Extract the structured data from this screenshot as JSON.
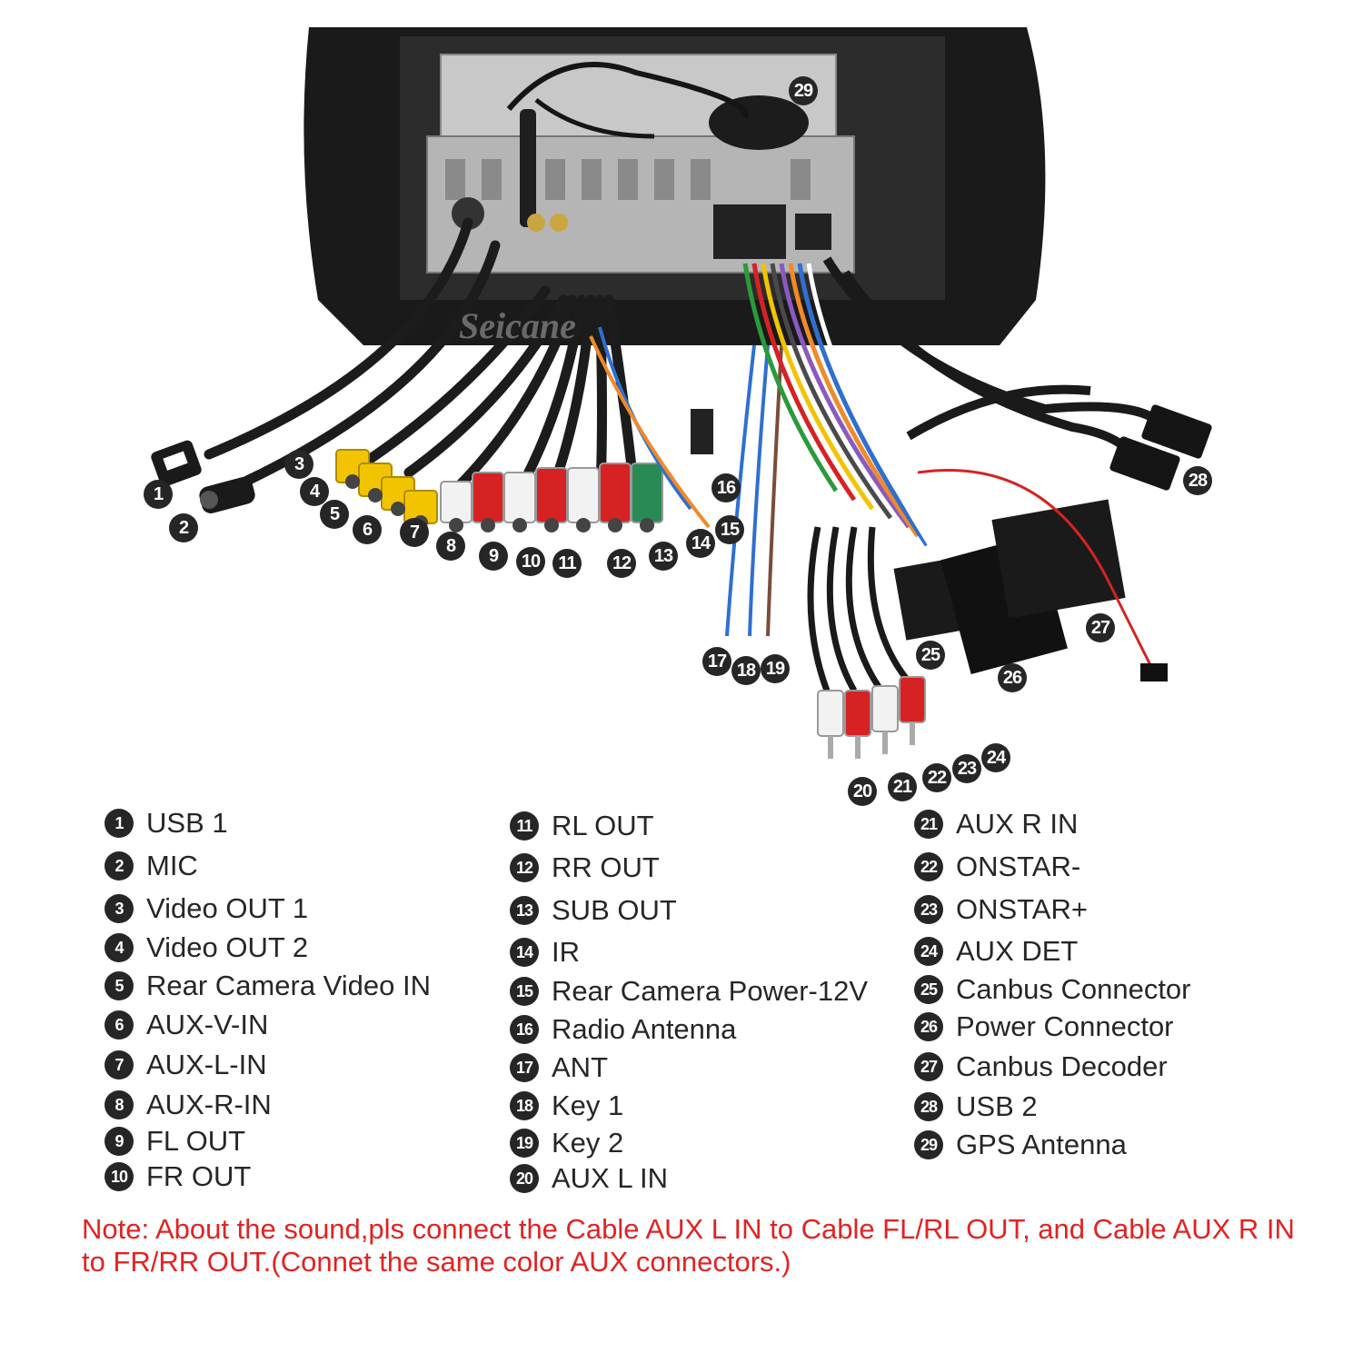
{
  "watermark": "Seicane",
  "colors": {
    "marker": "#262626",
    "note_text": "#e02323",
    "rca_red": "#d62222",
    "rca_white": "#f2f2f2",
    "rca_yellow": "#f2c400",
    "rca_green": "#2a8a55",
    "wire_blue": "#2f6fd0",
    "wire_orange": "#f08a2a"
  },
  "markers": [
    "1",
    "2",
    "3",
    "4",
    "5",
    "6",
    "7",
    "8",
    "9",
    "10",
    "11",
    "12",
    "13",
    "14",
    "15",
    "16",
    "17",
    "18",
    "19",
    "20",
    "21",
    "22",
    "23",
    "24",
    "25",
    "26",
    "27",
    "28",
    "29"
  ],
  "legend": {
    "col1": [
      {
        "num": "1",
        "label": "USB 1"
      },
      {
        "num": "2",
        "label": "MIC"
      },
      {
        "num": "3",
        "label": "Video OUT 1"
      },
      {
        "num": "4",
        "label": "Video OUT 2"
      },
      {
        "num": "5",
        "label": "Rear Camera Video IN"
      },
      {
        "num": "6",
        "label": "AUX-V-IN"
      },
      {
        "num": "7",
        "label": "AUX-L-IN"
      },
      {
        "num": "8",
        "label": "AUX-R-IN"
      },
      {
        "num": "9",
        "label": "FL OUT"
      },
      {
        "num": "10",
        "label": "FR OUT"
      }
    ],
    "col2": [
      {
        "num": "11",
        "label": "RL OUT"
      },
      {
        "num": "12",
        "label": "RR OUT"
      },
      {
        "num": "13",
        "label": "SUB OUT"
      },
      {
        "num": "14",
        "label": "IR"
      },
      {
        "num": "15",
        "label": "Rear Camera Power-12V"
      },
      {
        "num": "16",
        "label": "Radio Antenna"
      },
      {
        "num": "17",
        "label": "ANT"
      },
      {
        "num": "18",
        "label": "Key 1"
      },
      {
        "num": "19",
        "label": "Key 2"
      },
      {
        "num": "20",
        "label": "AUX L IN"
      }
    ],
    "col3": [
      {
        "num": "21",
        "label": "AUX R IN"
      },
      {
        "num": "22",
        "label": "ONSTAR-"
      },
      {
        "num": "23",
        "label": "ONSTAR+"
      },
      {
        "num": "24",
        "label": "AUX DET"
      },
      {
        "num": "25",
        "label": "Canbus Connector"
      },
      {
        "num": "26",
        "label": "Power Connector"
      },
      {
        "num": "27",
        "label": "Canbus Decoder"
      },
      {
        "num": "28",
        "label": "USB 2"
      },
      {
        "num": "29",
        "label": "GPS Antenna"
      }
    ]
  },
  "note": "Note: About the sound,pls connect the Cable AUX L IN to Cable FL/RL OUT, and Cable AUX R IN to  FR/RR OUT.(Connet the same color AUX connectors.)"
}
